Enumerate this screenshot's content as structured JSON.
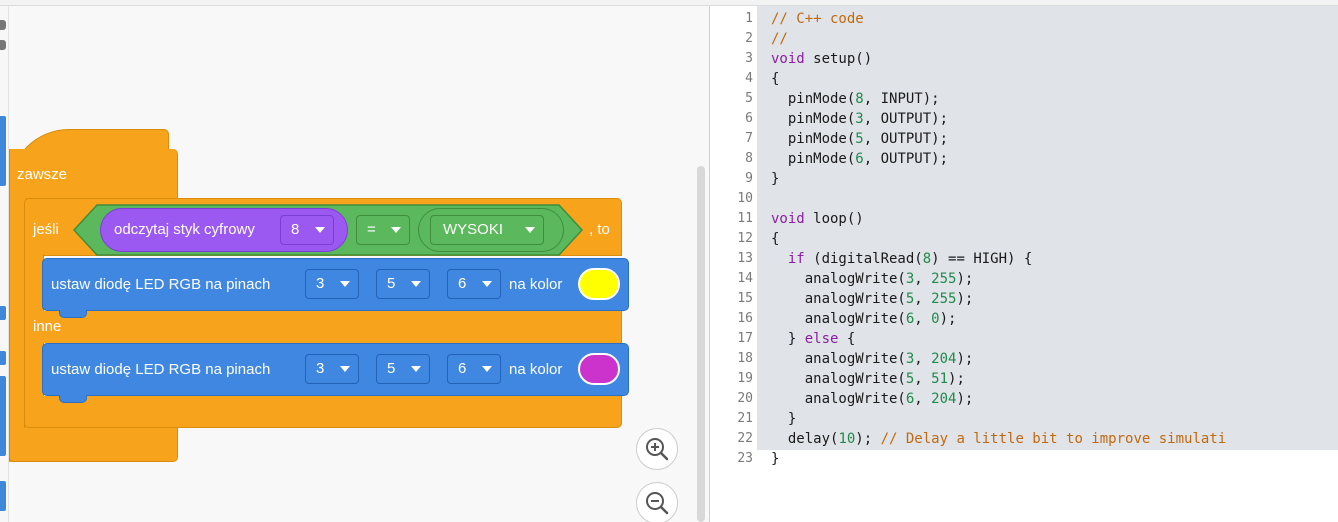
{
  "blocks": {
    "forever": {
      "label": "zawsze"
    },
    "if": {
      "label": "jeśli",
      "then_label": ", to",
      "else_label": "inne"
    },
    "condition": {
      "read_label": "odczytaj styk cyfrowy",
      "pin": "8",
      "operator": "=",
      "value": "WYSOKI"
    },
    "rgb_then": {
      "label": "ustaw diodę LED RGB na pinach",
      "pins": [
        "3",
        "5",
        "6"
      ],
      "color_label": "na kolor",
      "color": "#ffff00"
    },
    "rgb_else": {
      "label": "ustaw diodę LED RGB na pinach",
      "pins": [
        "3",
        "5",
        "6"
      ],
      "color_label": "na kolor",
      "color": "#cc33cc"
    }
  },
  "colors": {
    "control_orange": "#f7a31c",
    "output_blue": "#3f87e0",
    "input_purple": "#9b59f2",
    "math_green": "#5cb85c"
  },
  "zoom": {
    "in_icon": "zoom-in-icon",
    "out_icon": "zoom-out-icon"
  },
  "code": {
    "lines": [
      {
        "n": "1",
        "segs": [
          {
            "t": "// C++ code",
            "c": "com"
          }
        ]
      },
      {
        "n": "2",
        "segs": [
          {
            "t": "//",
            "c": "com"
          }
        ]
      },
      {
        "n": "3",
        "segs": [
          {
            "t": "void",
            "c": "kw"
          },
          {
            "t": " setup()",
            "c": ""
          }
        ]
      },
      {
        "n": "4",
        "segs": [
          {
            "t": "{",
            "c": ""
          }
        ]
      },
      {
        "n": "5",
        "segs": [
          {
            "t": "  pinMode(",
            "c": ""
          },
          {
            "t": "8",
            "c": "num"
          },
          {
            "t": ", INPUT);",
            "c": ""
          }
        ]
      },
      {
        "n": "6",
        "segs": [
          {
            "t": "  pinMode(",
            "c": ""
          },
          {
            "t": "3",
            "c": "num"
          },
          {
            "t": ", OUTPUT);",
            "c": ""
          }
        ]
      },
      {
        "n": "7",
        "segs": [
          {
            "t": "  pinMode(",
            "c": ""
          },
          {
            "t": "5",
            "c": "num"
          },
          {
            "t": ", OUTPUT);",
            "c": ""
          }
        ]
      },
      {
        "n": "8",
        "segs": [
          {
            "t": "  pinMode(",
            "c": ""
          },
          {
            "t": "6",
            "c": "num"
          },
          {
            "t": ", OUTPUT);",
            "c": ""
          }
        ]
      },
      {
        "n": "9",
        "segs": [
          {
            "t": "}",
            "c": ""
          }
        ]
      },
      {
        "n": "10",
        "segs": [
          {
            "t": "",
            "c": ""
          }
        ]
      },
      {
        "n": "11",
        "segs": [
          {
            "t": "void",
            "c": "kw"
          },
          {
            "t": " loop()",
            "c": ""
          }
        ]
      },
      {
        "n": "12",
        "segs": [
          {
            "t": "{",
            "c": ""
          }
        ]
      },
      {
        "n": "13",
        "segs": [
          {
            "t": "  ",
            "c": ""
          },
          {
            "t": "if",
            "c": "kw"
          },
          {
            "t": " (digitalRead(",
            "c": ""
          },
          {
            "t": "8",
            "c": "num"
          },
          {
            "t": ") == HIGH) {",
            "c": ""
          }
        ]
      },
      {
        "n": "14",
        "segs": [
          {
            "t": "    analogWrite(",
            "c": ""
          },
          {
            "t": "3",
            "c": "num"
          },
          {
            "t": ", ",
            "c": ""
          },
          {
            "t": "255",
            "c": "num"
          },
          {
            "t": ");",
            "c": ""
          }
        ]
      },
      {
        "n": "15",
        "segs": [
          {
            "t": "    analogWrite(",
            "c": ""
          },
          {
            "t": "5",
            "c": "num"
          },
          {
            "t": ", ",
            "c": ""
          },
          {
            "t": "255",
            "c": "num"
          },
          {
            "t": ");",
            "c": ""
          }
        ]
      },
      {
        "n": "16",
        "segs": [
          {
            "t": "    analogWrite(",
            "c": ""
          },
          {
            "t": "6",
            "c": "num"
          },
          {
            "t": ", ",
            "c": ""
          },
          {
            "t": "0",
            "c": "num"
          },
          {
            "t": ");",
            "c": ""
          }
        ]
      },
      {
        "n": "17",
        "segs": [
          {
            "t": "  } ",
            "c": ""
          },
          {
            "t": "else",
            "c": "kw"
          },
          {
            "t": " {",
            "c": ""
          }
        ]
      },
      {
        "n": "18",
        "segs": [
          {
            "t": "    analogWrite(",
            "c": ""
          },
          {
            "t": "3",
            "c": "num"
          },
          {
            "t": ", ",
            "c": ""
          },
          {
            "t": "204",
            "c": "num"
          },
          {
            "t": ");",
            "c": ""
          }
        ]
      },
      {
        "n": "19",
        "segs": [
          {
            "t": "    analogWrite(",
            "c": ""
          },
          {
            "t": "5",
            "c": "num"
          },
          {
            "t": ", ",
            "c": ""
          },
          {
            "t": "51",
            "c": "num"
          },
          {
            "t": ");",
            "c": ""
          }
        ]
      },
      {
        "n": "20",
        "segs": [
          {
            "t": "    analogWrite(",
            "c": ""
          },
          {
            "t": "6",
            "c": "num"
          },
          {
            "t": ", ",
            "c": ""
          },
          {
            "t": "204",
            "c": "num"
          },
          {
            "t": ");",
            "c": ""
          }
        ]
      },
      {
        "n": "21",
        "segs": [
          {
            "t": "  }",
            "c": ""
          }
        ]
      },
      {
        "n": "22",
        "segs": [
          {
            "t": "  delay(",
            "c": ""
          },
          {
            "t": "10",
            "c": "num"
          },
          {
            "t": "); ",
            "c": ""
          },
          {
            "t": "// Delay a little bit to improve simulati",
            "c": "com"
          }
        ]
      },
      {
        "n": "23",
        "segs": [
          {
            "t": "}",
            "c": ""
          }
        ]
      }
    ]
  }
}
